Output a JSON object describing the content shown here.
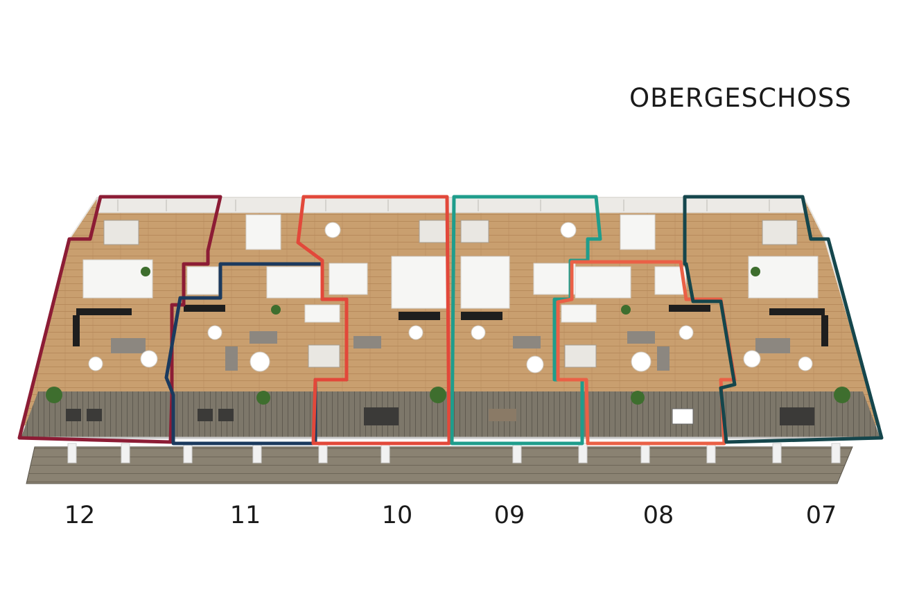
{
  "floor_title": "OBERGESCHOSS",
  "units": [
    {
      "id": "12",
      "color": "#8c1c35"
    },
    {
      "id": "11",
      "color": "#1b3a5e"
    },
    {
      "id": "10",
      "color": "#e2483a"
    },
    {
      "id": "09",
      "color": "#1f9d8c"
    },
    {
      "id": "08",
      "color": "#ea6046"
    },
    {
      "id": "07",
      "color": "#15464c"
    }
  ],
  "colors": {
    "wood_floor": "#c99f6f",
    "terrace": "#7a7466",
    "walls": "#f5f5f3",
    "kitchen": "#1e1e1e",
    "plants": "#3e6e2e"
  }
}
